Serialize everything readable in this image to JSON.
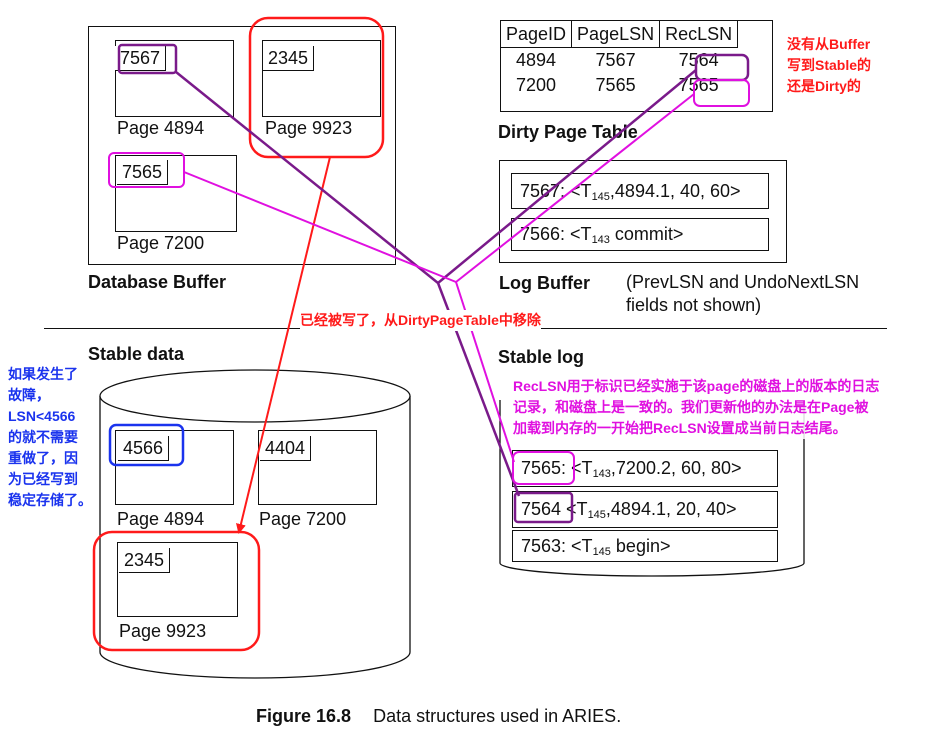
{
  "database_buffer": {
    "title": "Database Buffer",
    "pages": [
      {
        "lsn": "7567",
        "label": "Page 4894"
      },
      {
        "lsn": "2345",
        "label": "Page 9923"
      },
      {
        "lsn": "7565",
        "label": "Page 7200"
      }
    ]
  },
  "dirty_page_table": {
    "title": "Dirty Page Table",
    "headers": [
      "PageID",
      "PageLSN",
      "RecLSN"
    ],
    "rows": [
      [
        "4894",
        "7567",
        "7564"
      ],
      [
        "7200",
        "7565",
        "7565"
      ]
    ]
  },
  "log_buffer": {
    "title": "Log Buffer",
    "note": "(PrevLSN and UndoNextLSN\nfields not shown)",
    "records": [
      {
        "lsn": "7567",
        "sep": ": <T",
        "txn": "145",
        "rest": ",4894.1, 40, 60>"
      },
      {
        "lsn": "7566",
        "sep": ": <T",
        "txn": "143",
        "rest": " commit>"
      }
    ]
  },
  "stable_data": {
    "title": "Stable data",
    "pages": [
      {
        "lsn": "4566",
        "label": "Page 4894"
      },
      {
        "lsn": "4404",
        "label": "Page 7200"
      },
      {
        "lsn": "2345",
        "label": "Page 9923"
      }
    ]
  },
  "stable_log": {
    "title": "Stable log",
    "records": [
      {
        "lsn": "7565",
        "sep": ": <T",
        "txn": "143",
        "rest": ",7200.2, 60, 80>"
      },
      {
        "lsn": "7564",
        "sep": " <T",
        "txn": "145",
        "rest": ",4894.1, 20, 40>"
      },
      {
        "lsn": "7563",
        "sep": ": <T",
        "txn": "145",
        "rest": " begin>"
      }
    ]
  },
  "annotations": {
    "not_written": "没有从Buffer\n写到Stable的\n还是Dirty的",
    "written_removed": "已经被写了，从DirtyPageTable中移除",
    "reclsn_note": "RecLSN用于标识已经实施于该page的磁盘上的版本的日志\n记录，和磁盘上是一致的。我们更新他的办法是在Page被\n加载到内存的一开始把RecLSN设置成当前日志结尾。",
    "failure_note": "如果发生了\n故障，\nLSN<4566\n的就不需要\n重做了，因\n为已经写到\n稳定存储了。"
  },
  "caption": {
    "label": "Figure 16.8",
    "text": "Data structures used in ARIES."
  },
  "colors": {
    "red": "#ff1a1a",
    "magenta": "#e010e0",
    "purple": "#7a1a8a",
    "blue": "#1a33ee"
  }
}
